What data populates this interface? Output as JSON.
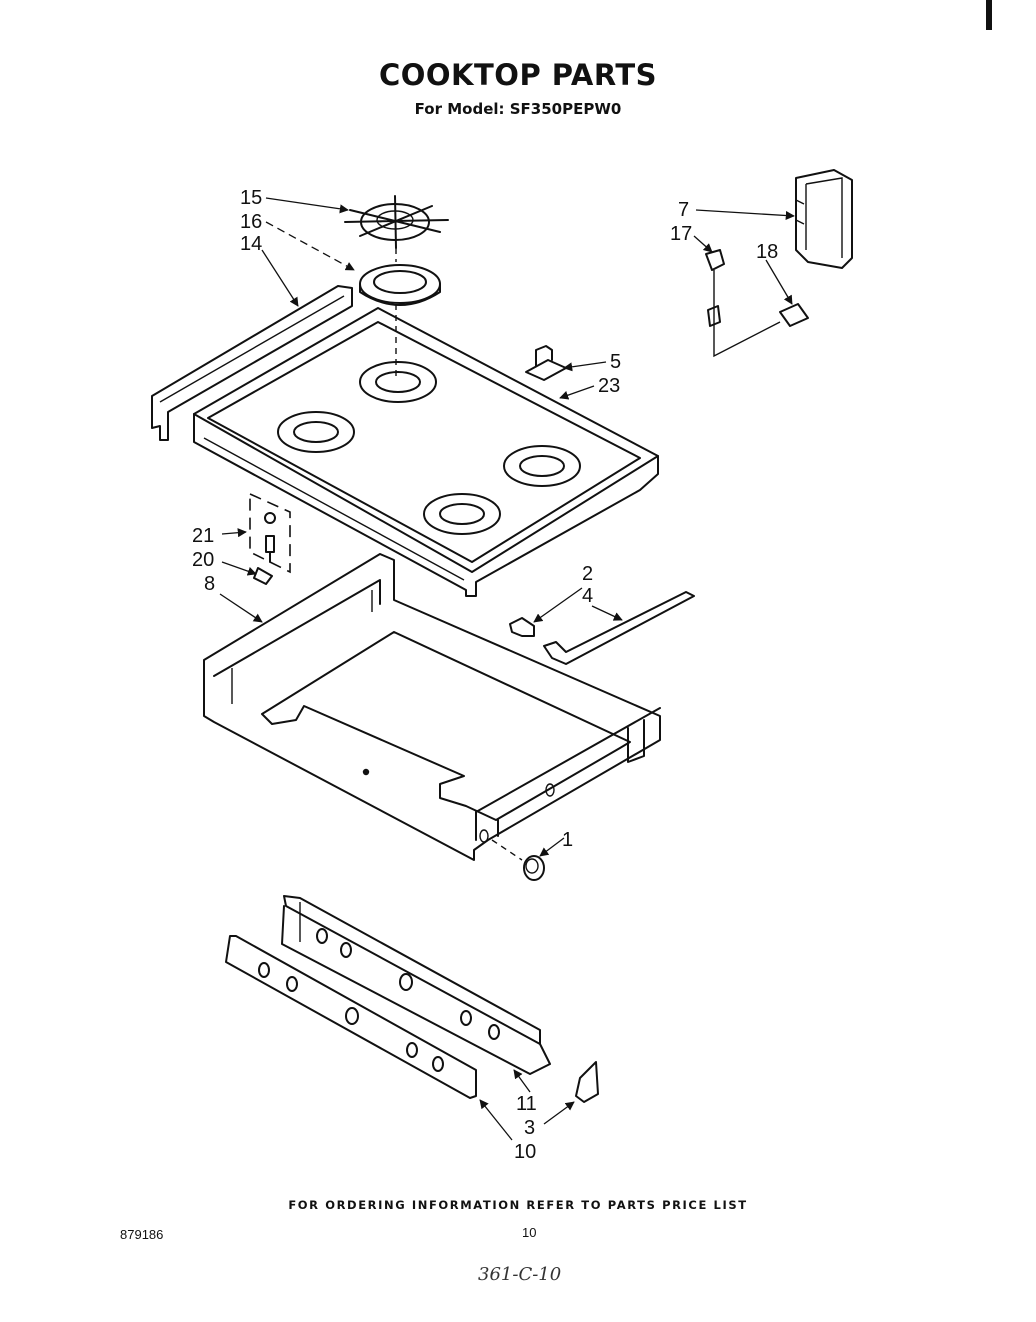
{
  "title": "COOKTOP PARTS",
  "subtitle": "For Model: SF350PEPW0",
  "footer_note": "FOR ORDERING INFORMATION REFER TO PARTS PRICE LIST",
  "doc_number": "879186",
  "page_number": "10",
  "handwritten": "361-C-10",
  "callouts": {
    "c15": "15",
    "c16": "16",
    "c14": "14",
    "c7": "7",
    "c17": "17",
    "c18": "18",
    "c5": "5",
    "c23": "23",
    "c21": "21",
    "c20": "20",
    "c8": "8",
    "c2": "2",
    "c4": "4",
    "c1": "1",
    "c11": "11",
    "c3": "3",
    "c10": "10"
  }
}
